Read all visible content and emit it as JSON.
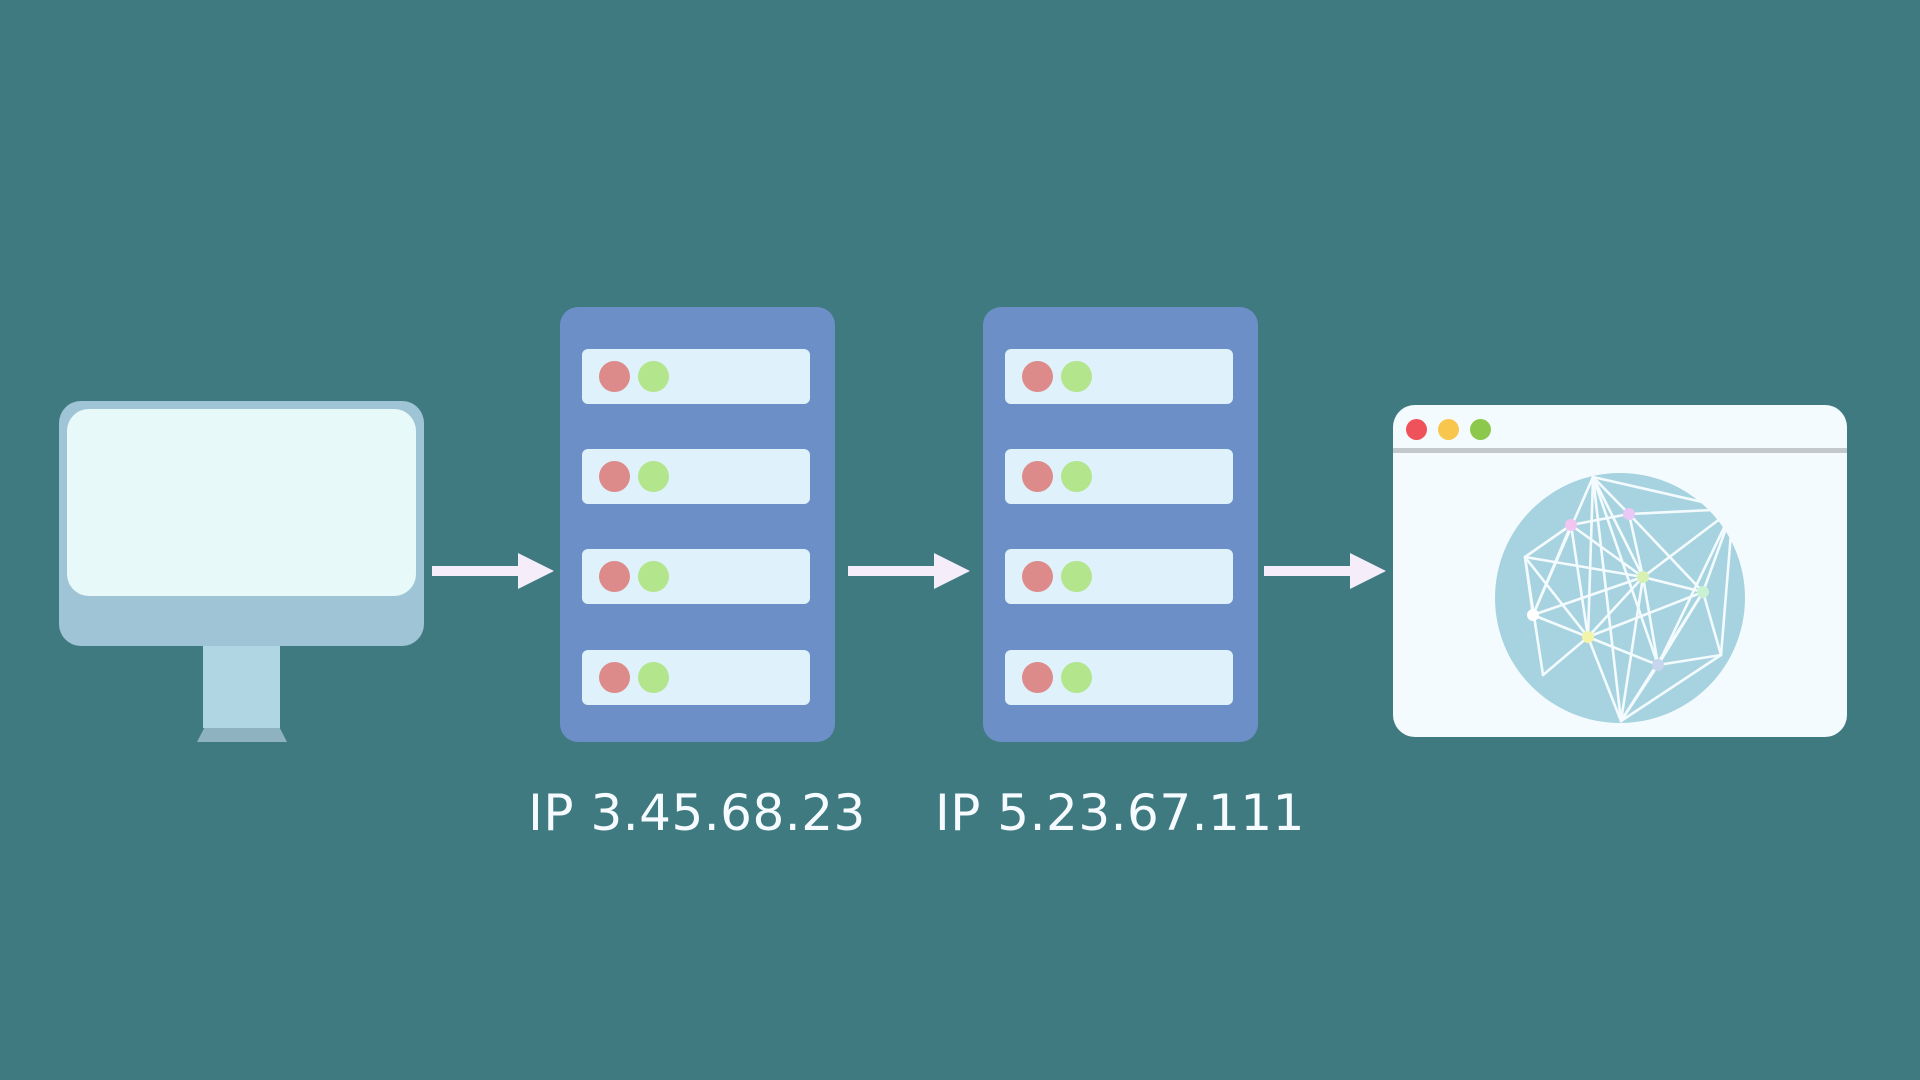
{
  "colors": {
    "background": "#3f7a80",
    "server": "#6b8fc6",
    "slot": "#dff2fb",
    "led_red": "#dd8a8a",
    "led_green": "#b2e58c",
    "arrow": "#f5eefa",
    "globe": "#a6d3df"
  },
  "nodes": [
    {
      "id": "computer",
      "icon": "desktop-monitor-icon"
    },
    {
      "id": "server-1",
      "icon": "server-rack-icon",
      "label": "IP 3.45.68.23"
    },
    {
      "id": "server-2",
      "icon": "server-rack-icon",
      "label": "IP 5.23.67.111"
    },
    {
      "id": "website",
      "icon": "browser-window-icon"
    }
  ],
  "edges": [
    {
      "from": "computer",
      "to": "server-1"
    },
    {
      "from": "server-1",
      "to": "server-2"
    },
    {
      "from": "server-2",
      "to": "website"
    }
  ],
  "icons": {
    "browser_content": "network-globe-icon"
  }
}
